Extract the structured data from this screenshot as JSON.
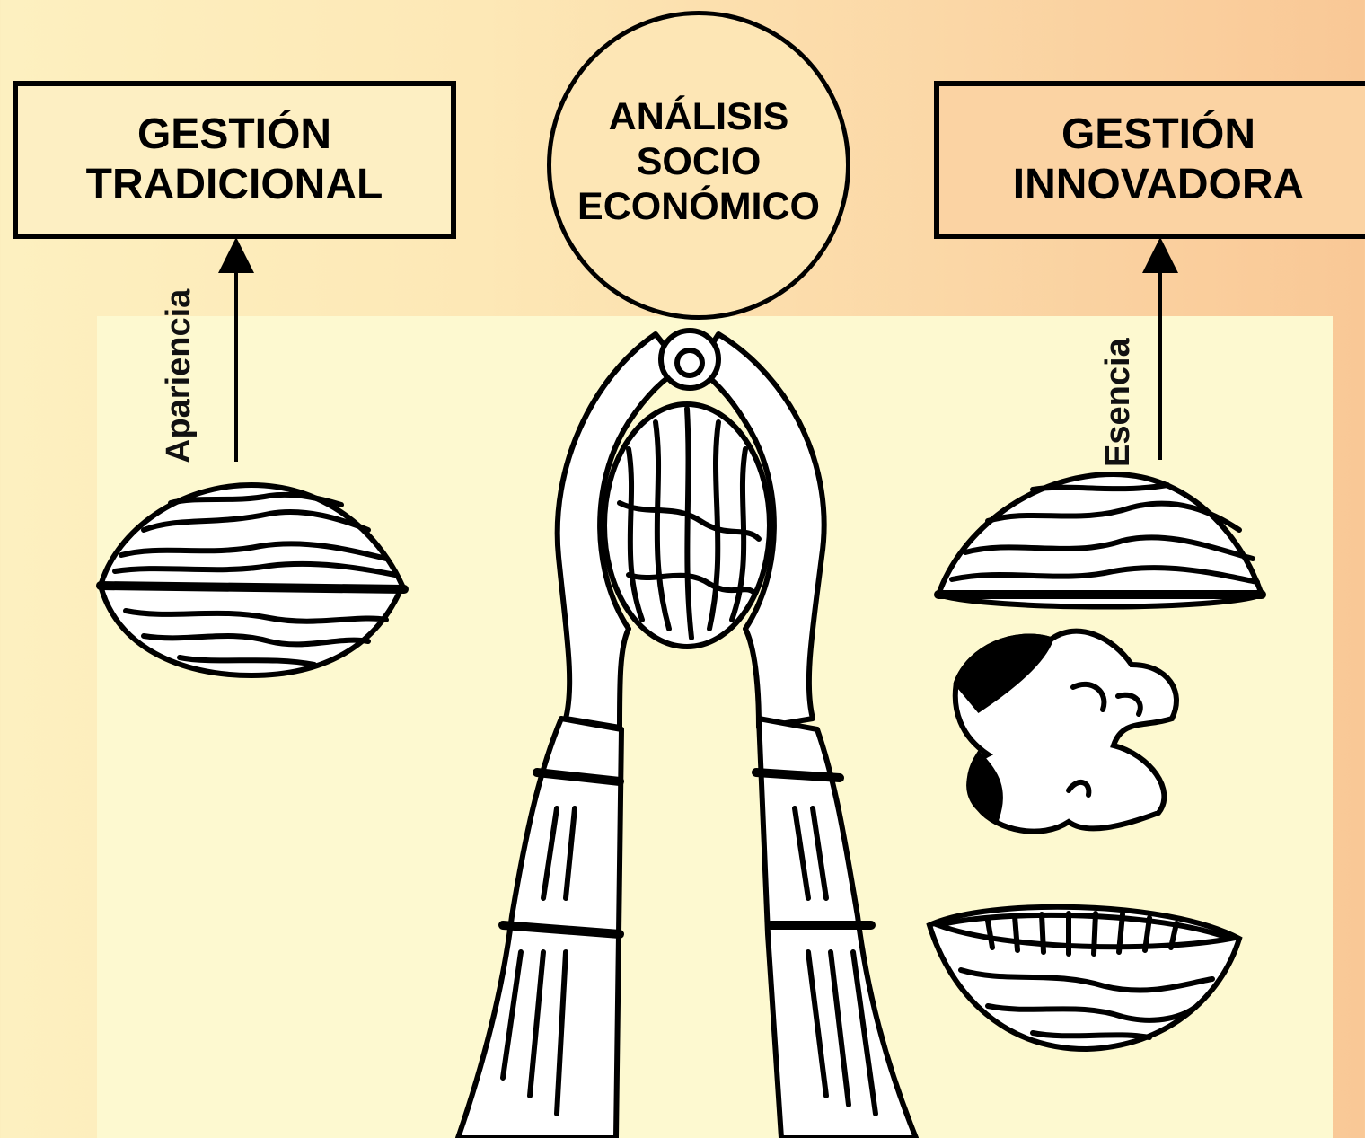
{
  "diagram": {
    "left_box": {
      "text": "GESTIÓN\nTRADICIONAL"
    },
    "right_box": {
      "text": "GESTIÓN\nINNOVADORA"
    },
    "center_circle": {
      "text": "ANÁLISIS\nSOCIO\nECONÓMICO"
    },
    "left_arrow_label": "Apariencia",
    "right_arrow_label": "Esencia"
  },
  "colors": {
    "background_left": "#fdf0c0",
    "background_right": "#f9c896",
    "panel": "#fdf9d0",
    "ink": "#000000"
  },
  "icons": [
    "whole-walnut-icon",
    "nutcracker-icon",
    "walnut-top-shell-icon",
    "walnut-kernel-icon",
    "walnut-bottom-shell-icon",
    "arrow-up-icon"
  ]
}
